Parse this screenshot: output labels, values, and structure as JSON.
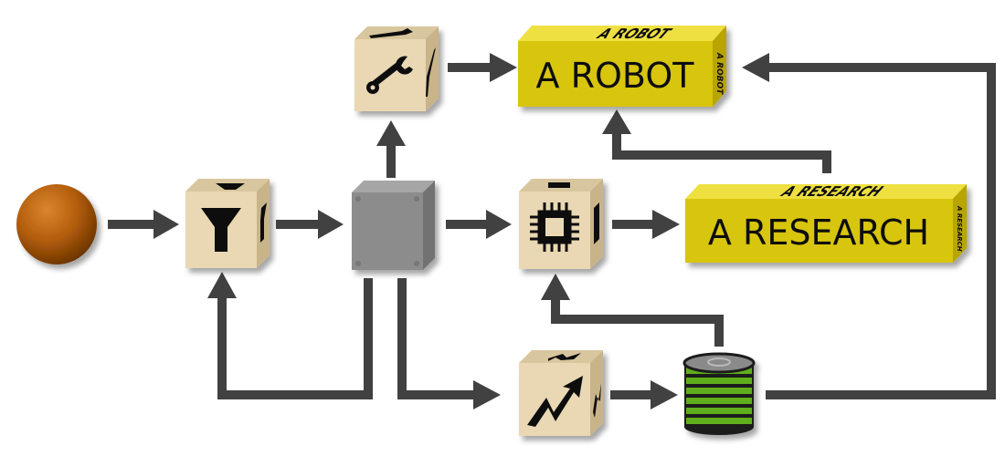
{
  "colors": {
    "arrow": "#414141",
    "cube_front": "#e9d8b3",
    "cube_top": "#d8c69e",
    "cube_side": "#c9b48a",
    "gray_front": "#8c8c8c",
    "gray_top": "#a6a6a6",
    "gray_side": "#727272",
    "gold_front": "#d8c50b",
    "gold_top": "#efe043",
    "gold_side": "#b8a500",
    "sphere": "#b75f0a",
    "db_green": "#5eae1c"
  },
  "nodes": {
    "source": {
      "icon": "sphere"
    },
    "filter": {
      "icon": "funnel-icon"
    },
    "hub": {
      "icon": "plain-cube"
    },
    "tools": {
      "icon": "wrench-screwdriver-icon"
    },
    "chip": {
      "icon": "chip-icon"
    },
    "growth": {
      "icon": "zigzag-arrow-icon"
    },
    "database": {
      "icon": "database-icon"
    },
    "robot_output": {
      "label": "A ROBOT"
    },
    "research_output": {
      "label": "A RESEARCH"
    }
  }
}
